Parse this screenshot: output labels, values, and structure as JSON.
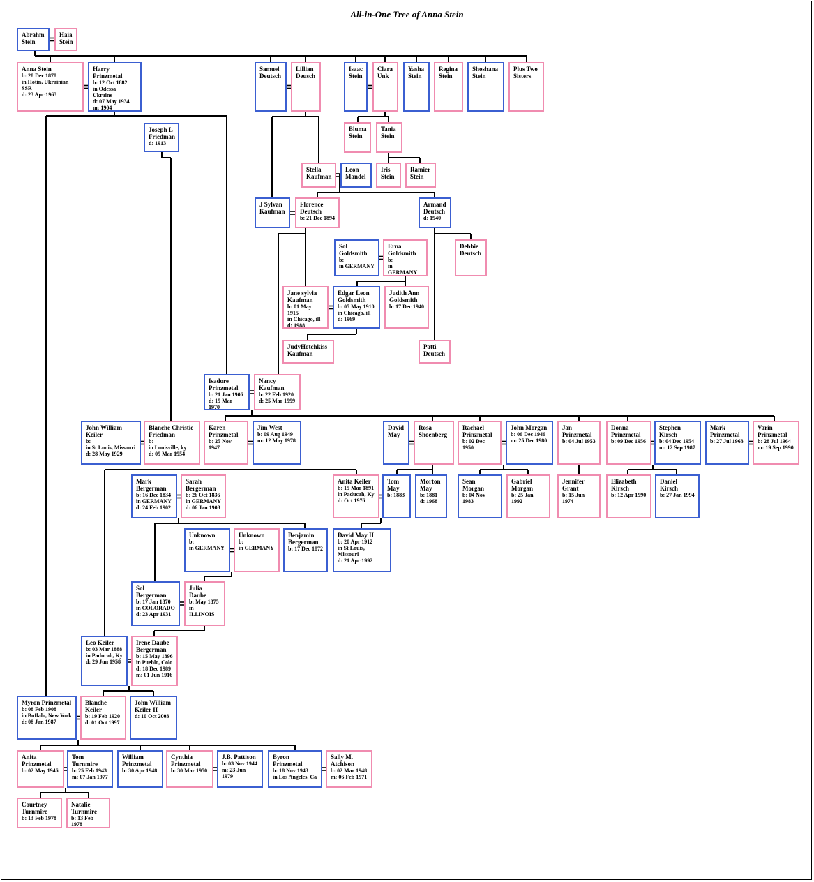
{
  "title": "All-in-One Tree of Anna Stein",
  "people": [
    {
      "id": "p1",
      "name": "Abrahm Stein",
      "sex": "m",
      "dates": []
    },
    {
      "id": "p2",
      "name": "Haia Stein",
      "sex": "f",
      "dates": []
    },
    {
      "id": "p3",
      "name": "Anna Stein",
      "sex": "f",
      "dates": [
        "b: 28 Dec 1878",
        "in Hotin, Ukrainian SSR",
        "d: 23 Apr 1963"
      ]
    },
    {
      "id": "p4",
      "name": "Harry Prinzmetal",
      "sex": "m",
      "dates": [
        "b: 12 Oct 1882",
        "in Odessa Ukraine",
        "d: 07 May 1934",
        "m: 1904"
      ]
    },
    {
      "id": "p5",
      "name": "Samuel Deutsch",
      "sex": "m",
      "dates": []
    },
    {
      "id": "p6",
      "name": "Lillian Deusch",
      "sex": "f",
      "dates": []
    },
    {
      "id": "p7",
      "name": "Isaac Stein",
      "sex": "m",
      "dates": []
    },
    {
      "id": "p8",
      "name": "Clara Unk",
      "sex": "f",
      "dates": []
    },
    {
      "id": "p9",
      "name": "Yasha Stein",
      "sex": "m",
      "dates": []
    },
    {
      "id": "p10",
      "name": "Regina Stein",
      "sex": "f",
      "dates": []
    },
    {
      "id": "p11",
      "name": "Shoshana Stein",
      "sex": "m",
      "dates": []
    },
    {
      "id": "p12",
      "name": "Plus Two Sisters",
      "sex": "f",
      "dates": []
    },
    {
      "id": "p13",
      "name": "Joseph L Friedman",
      "sex": "m",
      "dates": [
        "d: 1913"
      ]
    },
    {
      "id": "p14",
      "name": "Bluma Stein",
      "sex": "f",
      "dates": []
    },
    {
      "id": "p15",
      "name": "Tania Stein",
      "sex": "f",
      "dates": []
    },
    {
      "id": "p16",
      "name": "Stella Kaufman",
      "sex": "f",
      "dates": []
    },
    {
      "id": "p17",
      "name": "Leon Mandel",
      "sex": "m",
      "dates": []
    },
    {
      "id": "p18",
      "name": "Iris Stein",
      "sex": "f",
      "dates": []
    },
    {
      "id": "p19",
      "name": "Ramier Stein",
      "sex": "f",
      "dates": []
    },
    {
      "id": "p20",
      "name": "J Sylvan Kaufman",
      "sex": "m",
      "dates": []
    },
    {
      "id": "p21",
      "name": "Florence Deutsch",
      "sex": "f",
      "dates": [
        "b: 21 Dec 1894"
      ]
    },
    {
      "id": "p22",
      "name": "Armand Deutsch",
      "sex": "m",
      "dates": [
        "d: 1940"
      ]
    },
    {
      "id": "p23",
      "name": "Sol Goldsmith",
      "sex": "m",
      "dates": [
        "b:",
        "in GERMANY"
      ]
    },
    {
      "id": "p24",
      "name": "Erna Goldsmith",
      "sex": "f",
      "dates": [
        "b:",
        "in GERMANY"
      ]
    },
    {
      "id": "p25",
      "name": "Debbie Deutsch",
      "sex": "f",
      "dates": []
    },
    {
      "id": "p26",
      "name": "Jane sylvia Kaufman",
      "sex": "f",
      "dates": [
        "b: 01 May 1915",
        "in Chicago, ill",
        "d: 1988"
      ]
    },
    {
      "id": "p27",
      "name": "Edgar Leon Goldsmith",
      "sex": "m",
      "dates": [
        "b: 05 May 1910",
        "in Chicago, ill",
        "d: 1969"
      ]
    },
    {
      "id": "p28",
      "name": "Judith Ann Goldsmith",
      "sex": "f",
      "dates": [
        "b: 17 Dec 1940"
      ]
    },
    {
      "id": "p29",
      "name": "JudyHotchkiss Kaufman",
      "sex": "f",
      "dates": []
    },
    {
      "id": "p30",
      "name": "Patti Deutsch",
      "sex": "f",
      "dates": []
    },
    {
      "id": "p31",
      "name": "Isadore Prinzmetal",
      "sex": "m",
      "dates": [
        "b: 21 Jan 1906",
        "d: 19 Mar 1970"
      ]
    },
    {
      "id": "p32",
      "name": "Nancy Kaufman",
      "sex": "f",
      "dates": [
        "b: 22 Feb 1920",
        "d: 25 Mar 1999"
      ]
    },
    {
      "id": "p33",
      "name": "John William Keiler",
      "sex": "m",
      "dates": [
        "b:",
        "in St Louis, Missouri",
        "d: 28 May 1929"
      ]
    },
    {
      "id": "p34",
      "name": "Blanche Christie Friedman",
      "sex": "f",
      "dates": [
        "b:",
        "in Louisville, ky",
        "d: 09 Mar 1954"
      ]
    },
    {
      "id": "p35",
      "name": "Karen Prinzmetal",
      "sex": "f",
      "dates": [
        "b: 25 Nov 1947"
      ]
    },
    {
      "id": "p36",
      "name": "Jim West",
      "sex": "m",
      "dates": [
        "b: 09 Aug 1949",
        "m: 12 May 1978"
      ]
    },
    {
      "id": "p37",
      "name": "David May",
      "sex": "m",
      "dates": []
    },
    {
      "id": "p38",
      "name": "Rosa Shoenberg",
      "sex": "f",
      "dates": []
    },
    {
      "id": "p39",
      "name": "Rachael Prinzmetal",
      "sex": "f",
      "dates": [
        "b: 02 Dec 1950"
      ]
    },
    {
      "id": "p40",
      "name": "John Morgan",
      "sex": "m",
      "dates": [
        "b: 06 Dec 1946",
        "m: 25 Dec 1980"
      ]
    },
    {
      "id": "p41",
      "name": "Jan Prinzmetal",
      "sex": "f",
      "dates": [
        "b: 04 Jul 1953"
      ]
    },
    {
      "id": "p42",
      "name": "Donna Prinzmetal",
      "sex": "f",
      "dates": [
        "b: 09 Dec 1956"
      ]
    },
    {
      "id": "p43",
      "name": "Stephen Kirsch",
      "sex": "m",
      "dates": [
        "b: 04 Dec 1954",
        "m: 12 Sep 1987"
      ]
    },
    {
      "id": "p44",
      "name": "Mark Prinzmetal",
      "sex": "m",
      "dates": [
        "b: 27 Jul 1963"
      ]
    },
    {
      "id": "p45",
      "name": "Varin Prinzmetal",
      "sex": "f",
      "dates": [
        "b: 28 Jul 1964",
        "m: 19 Sep 1990"
      ]
    },
    {
      "id": "p46",
      "name": "Mark Bergerman",
      "sex": "m",
      "dates": [
        "b: 16 Dec 1834",
        "in GERMANY",
        "d: 24 Feb 1902"
      ]
    },
    {
      "id": "p47",
      "name": "Sarah Bergerman",
      "sex": "f",
      "dates": [
        "b: 26 Oct 1836",
        "in GERMANY",
        "d: 06 Jan 1903"
      ]
    },
    {
      "id": "p48",
      "name": "Anita Keiler",
      "sex": "f",
      "dates": [
        "b: 15 Mar 1891",
        "in Paducah, Ky",
        "d: Oct 1976"
      ]
    },
    {
      "id": "p49",
      "name": "Tom May",
      "sex": "m",
      "dates": [
        "b: 1883"
      ]
    },
    {
      "id": "p50",
      "name": "Morton May",
      "sex": "m",
      "dates": [
        "b: 1881",
        "d: 1968"
      ]
    },
    {
      "id": "p51",
      "name": "Sean Morgan",
      "sex": "m",
      "dates": [
        "b: 04 Nov 1983"
      ]
    },
    {
      "id": "p52",
      "name": "Gabriel Morgan",
      "sex": "f",
      "dates": [
        "b: 25 Jan 1992"
      ]
    },
    {
      "id": "p53",
      "name": "Jennifer Grant",
      "sex": "f",
      "dates": [
        "b: 15 Jun 1974"
      ]
    },
    {
      "id": "p54",
      "name": "Elizabeth Kirsch",
      "sex": "f",
      "dates": [
        "b: 12 Apr 1990"
      ]
    },
    {
      "id": "p55",
      "name": "Daniel Kirsch",
      "sex": "m",
      "dates": [
        "b: 27 Jan 1994"
      ]
    },
    {
      "id": "p56",
      "name": "Unknown",
      "sex": "m",
      "dates": [
        "b:",
        "in GERMANY"
      ]
    },
    {
      "id": "p57",
      "name": "Unknown",
      "sex": "f",
      "dates": [
        "b:",
        "in GERMANY"
      ]
    },
    {
      "id": "p58",
      "name": "Benjamin Bergerman",
      "sex": "m",
      "dates": [
        "b: 17 Dec 1872"
      ]
    },
    {
      "id": "p59",
      "name": "David May II",
      "sex": "m",
      "dates": [
        "b: 20 Apr 1912",
        "in St Louis, Missouri",
        "d: 21 Apr 1992"
      ]
    },
    {
      "id": "p60",
      "name": "Sol Bergerman",
      "sex": "m",
      "dates": [
        "b: 17 Jan 1870",
        "in COLORADO",
        "d: 23 Apr 1931"
      ]
    },
    {
      "id": "p61",
      "name": "Julia Daube",
      "sex": "f",
      "dates": [
        "b: May 1875",
        "in ILLINOIS"
      ]
    },
    {
      "id": "p62",
      "name": "Leo Keiler",
      "sex": "m",
      "dates": [
        "b: 03 Mar 1888",
        "in Paducah, Ky",
        "d: 29 Jun 1958"
      ]
    },
    {
      "id": "p63",
      "name": "Irene Daube Bergerman",
      "sex": "f",
      "dates": [
        "b: 15 May 1896",
        "in Pueblo, Colo",
        "d: 18 Dec 1989",
        "m: 01 Jun 1916"
      ]
    },
    {
      "id": "p64",
      "name": "Myron Prinzmetal",
      "sex": "m",
      "dates": [
        "b: 08 Feb 1908",
        "in Buffalo, New York",
        "d: 08 Jan 1987"
      ]
    },
    {
      "id": "p65",
      "name": "Blanche Keiler",
      "sex": "f",
      "dates": [
        "b: 19 Feb 1920",
        "d: 01 Oct 1997"
      ]
    },
    {
      "id": "p66",
      "name": "John William Keiler II",
      "sex": "m",
      "dates": [
        "d: 10 Oct 2003"
      ]
    },
    {
      "id": "p67",
      "name": "Anita Prinzmetal",
      "sex": "f",
      "dates": [
        "b: 02 May 1946"
      ]
    },
    {
      "id": "p68",
      "name": "Tom Turnmire",
      "sex": "m",
      "dates": [
        "b: 25 Feb 1943",
        "m: 07 Jan 1977"
      ]
    },
    {
      "id": "p69",
      "name": "William Prinzmetal",
      "sex": "m",
      "dates": [
        "b: 30 Apr 1948"
      ]
    },
    {
      "id": "p70",
      "name": "Cynthia Prinzmetal",
      "sex": "f",
      "dates": [
        "b: 30 Mar 1950"
      ]
    },
    {
      "id": "p71",
      "name": "J.B. Pattison",
      "sex": "m",
      "dates": [
        "b: 03 Nov 1944",
        "m: 23 Jun 1979"
      ]
    },
    {
      "id": "p72",
      "name": "Byron Prinzmetal",
      "sex": "m",
      "dates": [
        "b: 18 Nov 1943",
        "in Los Angeles, Ca"
      ]
    },
    {
      "id": "p73",
      "name": "Sally M. Atchison",
      "sex": "f",
      "dates": [
        "b: 02 Mar 1948",
        "m: 06 Feb 1971"
      ]
    },
    {
      "id": "p74",
      "name": "Courtney Turnmire",
      "sex": "f",
      "dates": [
        "b: 13 Feb 1978"
      ]
    },
    {
      "id": "p75",
      "name": "Natalie Turnmire",
      "sex": "f",
      "dates": [
        "b: 13 Feb 1978"
      ]
    }
  ],
  "colors": {
    "male_border": "#3b5fd1",
    "female_border": "#f08cb0",
    "line": "#000000"
  }
}
